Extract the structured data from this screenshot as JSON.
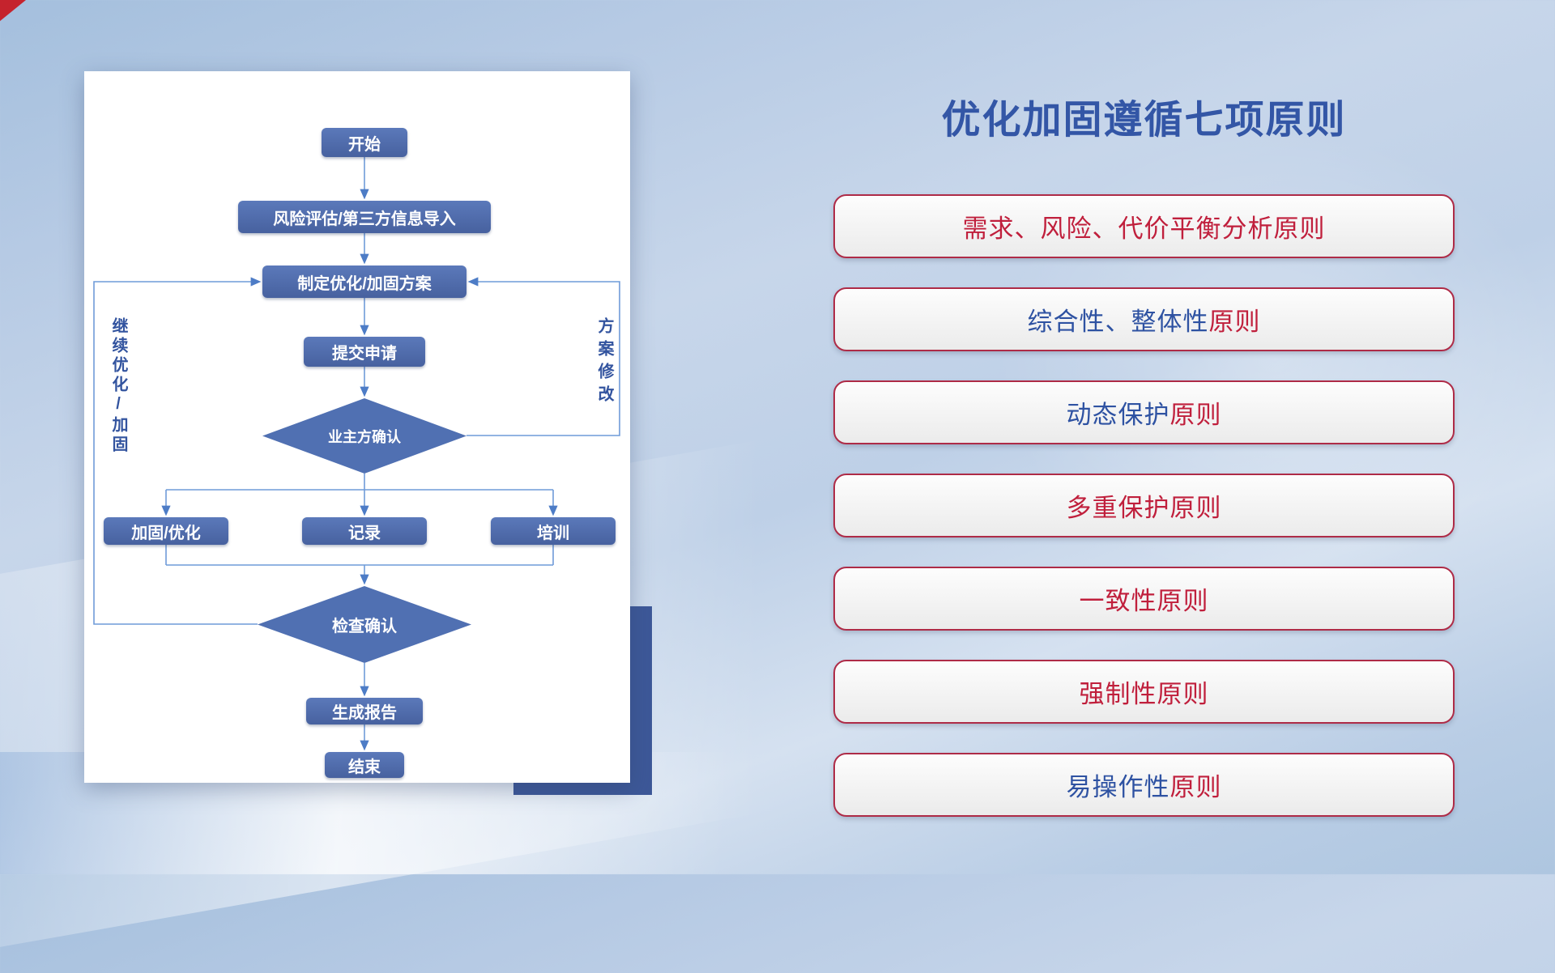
{
  "theme": {
    "background_base": "#b9cde5",
    "accent_blue": "#3356a6",
    "accent_red": "#c01f3c",
    "node_fill": "#5070b2",
    "connector": "#6f9bd9",
    "card_bg": "#ffffff",
    "navy_block": "#3d5898",
    "button_border": "#ae2b47",
    "corner_mark": "#c5232d"
  },
  "title": "优化加固遵循七项原则",
  "flowchart": {
    "nodes": {
      "start": "开始",
      "risk": "风险评估/第三方信息导入",
      "plan": "制定优化/加固方案",
      "submit": "提交申请",
      "owner_confirm": "业主方确认",
      "reinforce": "加固/优化",
      "record": "记录",
      "training": "培训",
      "check": "检查确认",
      "report": "生成报告",
      "end": "结束"
    },
    "side_labels": {
      "left": "继续优化/加固",
      "right": "方案修改"
    }
  },
  "principles": [
    {
      "part1": "需求、风险、代价平衡分析原则",
      "part1_color": "#c01f3c",
      "part2": "",
      "part2_color": "#c01f3c"
    },
    {
      "part1": "综合性、整体性",
      "part1_color": "#2e52a2",
      "part2": "原则",
      "part2_color": "#c01f3c"
    },
    {
      "part1": "动态保护",
      "part1_color": "#2e52a2",
      "part2": "原则",
      "part2_color": "#c01f3c"
    },
    {
      "part1": "多重保护原则",
      "part1_color": "#c01f3c",
      "part2": "",
      "part2_color": "#c01f3c"
    },
    {
      "part1": "一致性原则",
      "part1_color": "#c01f3c",
      "part2": "",
      "part2_color": "#c01f3c"
    },
    {
      "part1": "强制性原则",
      "part1_color": "#c01f3c",
      "part2": "",
      "part2_color": "#c01f3c"
    },
    {
      "part1": "易操作性",
      "part1_color": "#2e52a2",
      "part2": "原则",
      "part2_color": "#c01f3c"
    }
  ]
}
